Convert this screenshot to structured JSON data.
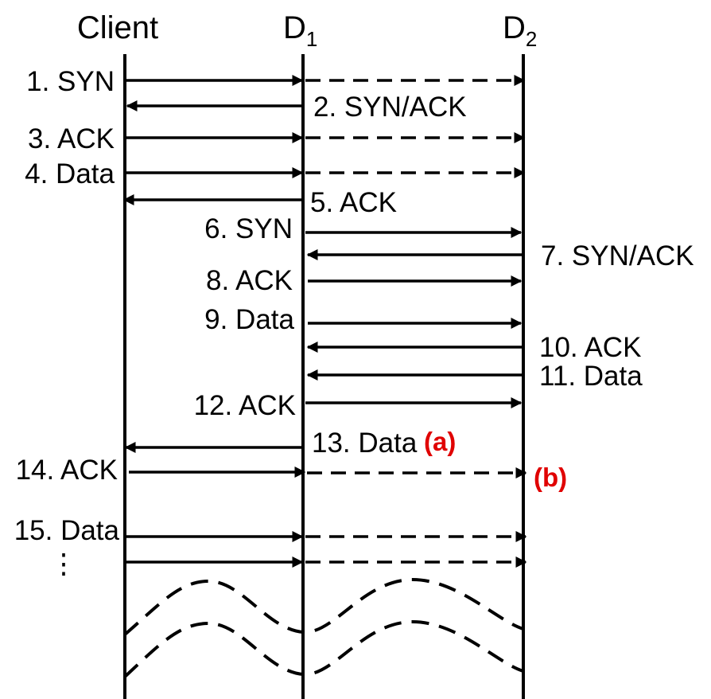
{
  "participants": {
    "client": "Client",
    "d1_base": "D",
    "d1_sub": "1",
    "d2_base": "D",
    "d2_sub": "2"
  },
  "messages": [
    {
      "label": "1. SYN"
    },
    {
      "label": "2. SYN/ACK"
    },
    {
      "label": "3. ACK"
    },
    {
      "label": "4. Data"
    },
    {
      "label": "5. ACK"
    },
    {
      "label": "6. SYN"
    },
    {
      "label": "7. SYN/ACK"
    },
    {
      "label": "8. ACK"
    },
    {
      "label": "9. Data"
    },
    {
      "label": "10. ACK"
    },
    {
      "label": "11. Data"
    },
    {
      "label": "12. ACK"
    },
    {
      "label": "13. Data"
    },
    {
      "label": "14. ACK"
    },
    {
      "label": "15. Data"
    }
  ],
  "markers": {
    "a": "(a)",
    "b": "(b)"
  },
  "continuation": "⋮"
}
